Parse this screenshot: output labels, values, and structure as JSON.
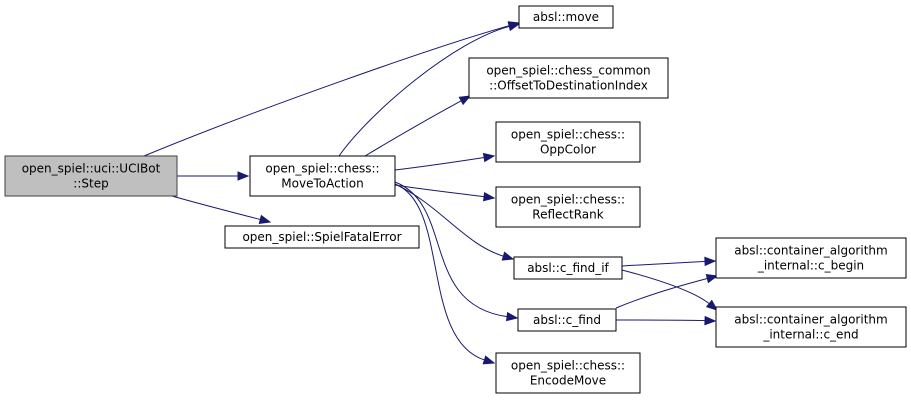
{
  "graph": {
    "nodes": [
      {
        "id": "uci_step",
        "label": [
          "open_spiel::uci::UCIBot",
          "::Step"
        ],
        "current": true
      },
      {
        "id": "move_to_action",
        "label": [
          "open_spiel::chess::",
          "MoveToAction"
        ]
      },
      {
        "id": "spiel_fatal_error",
        "label": [
          "open_spiel::SpielFatalError"
        ]
      },
      {
        "id": "absl_move",
        "label": [
          "absl::move"
        ]
      },
      {
        "id": "offset_to_dest",
        "label": [
          "open_spiel::chess_common",
          "::OffsetToDestinationIndex"
        ]
      },
      {
        "id": "opp_color",
        "label": [
          "open_spiel::chess::",
          "OppColor"
        ]
      },
      {
        "id": "reflect_rank",
        "label": [
          "open_spiel::chess::",
          "ReflectRank"
        ]
      },
      {
        "id": "c_find_if",
        "label": [
          "absl::c_find_if"
        ]
      },
      {
        "id": "c_find",
        "label": [
          "absl::c_find"
        ]
      },
      {
        "id": "encode_move",
        "label": [
          "open_spiel::chess::",
          "EncodeMove"
        ]
      },
      {
        "id": "c_begin",
        "label": [
          "absl::container_algorithm",
          "_internal::c_begin"
        ]
      },
      {
        "id": "c_end",
        "label": [
          "absl::container_algorithm",
          "_internal::c_end"
        ]
      }
    ],
    "edges": [
      {
        "from": "uci_step",
        "to": "absl_move"
      },
      {
        "from": "uci_step",
        "to": "move_to_action"
      },
      {
        "from": "uci_step",
        "to": "spiel_fatal_error"
      },
      {
        "from": "move_to_action",
        "to": "absl_move"
      },
      {
        "from": "move_to_action",
        "to": "offset_to_dest"
      },
      {
        "from": "move_to_action",
        "to": "opp_color"
      },
      {
        "from": "move_to_action",
        "to": "reflect_rank"
      },
      {
        "from": "move_to_action",
        "to": "c_find_if"
      },
      {
        "from": "move_to_action",
        "to": "c_find"
      },
      {
        "from": "move_to_action",
        "to": "encode_move"
      },
      {
        "from": "c_find_if",
        "to": "c_begin"
      },
      {
        "from": "c_find_if",
        "to": "c_end"
      },
      {
        "from": "c_find",
        "to": "c_begin"
      },
      {
        "from": "c_find",
        "to": "c_end"
      }
    ],
    "colors": {
      "edge": "#191970",
      "current_node_fill": "#bfbfbf",
      "node_fill": "#ffffff"
    }
  }
}
